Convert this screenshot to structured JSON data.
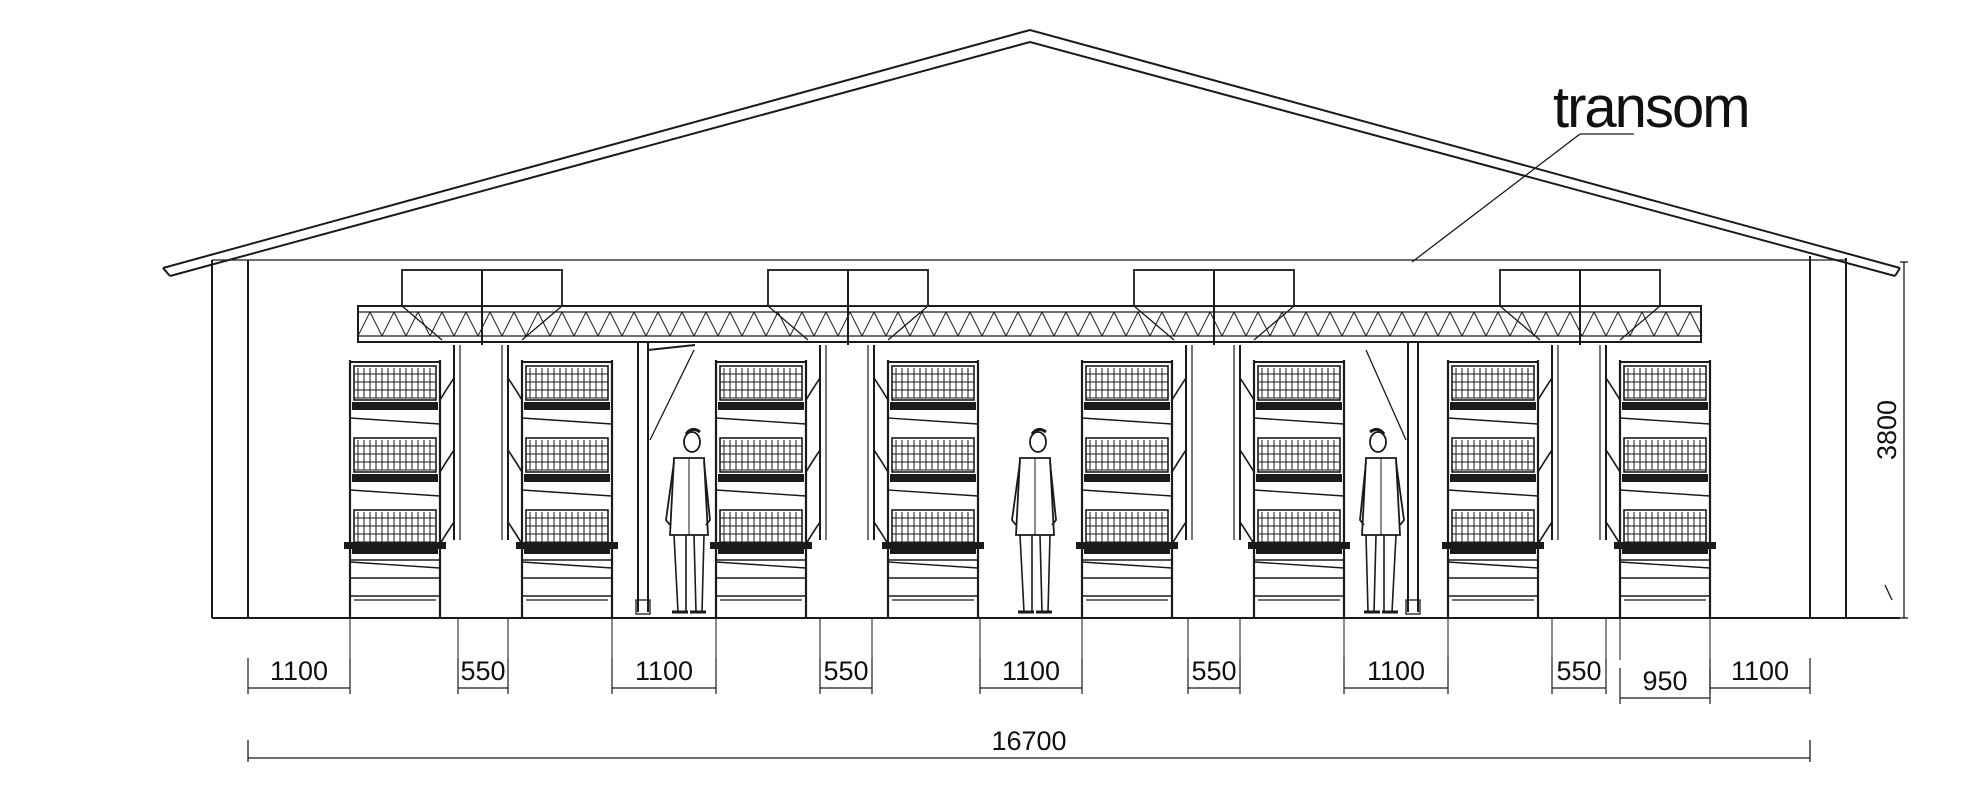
{
  "labels": {
    "transom": "transom"
  },
  "dimensions": {
    "bottom_segments": [
      "1100",
      "550",
      "1100",
      "550",
      "1100",
      "550",
      "1100",
      "550",
      "950",
      "1100"
    ],
    "total_width": "16700",
    "height": "3800"
  },
  "drawing": {
    "cage_units": 8,
    "cage_tiers": 3,
    "workers": 3,
    "roof_hoppers": 4,
    "line_color": "#1a1a1a"
  }
}
